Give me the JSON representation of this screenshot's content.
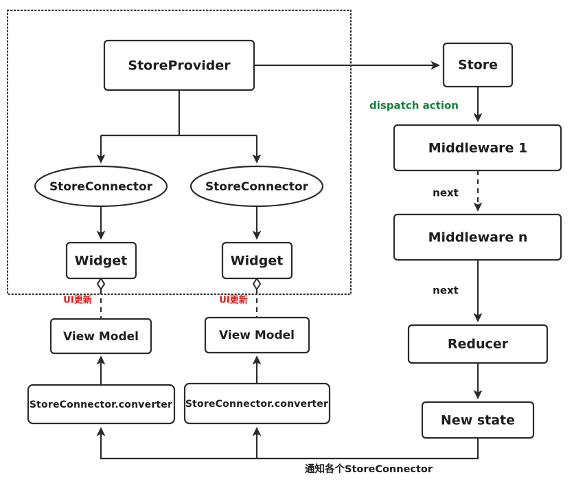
{
  "diagram": {
    "title": "Flutter Redux data flow",
    "colors": {
      "stroke": "#2b2b2b",
      "fill": "#ffffff",
      "label": "#1d1d1d",
      "accent_green": "#16813d",
      "accent_red": "#ee1111"
    },
    "group": {
      "name": "widget-tree-group",
      "style": "dotted-rectangle"
    },
    "nodes": {
      "store_provider": "StoreProvider",
      "store": "Store",
      "middleware_1": "Middleware 1",
      "middleware_n": "Middleware n",
      "reducer": "Reducer",
      "new_state": "New state",
      "store_connector_left": "StoreConnector",
      "store_connector_right": "StoreConnector",
      "widget_left": "Widget",
      "widget_right": "Widget",
      "view_model_left": "View Model",
      "view_model_right": "View Model",
      "converter_left": "StoreConnector.converter",
      "converter_right": "StoreConnector.converter"
    },
    "edge_labels": {
      "dispatch_action": "dispatch action",
      "next_1": "next",
      "next_2": "next",
      "ui_update_left": "UI更新",
      "ui_update_right": "UI更新",
      "notify_connectors": "通知各个StoreConnector"
    }
  }
}
